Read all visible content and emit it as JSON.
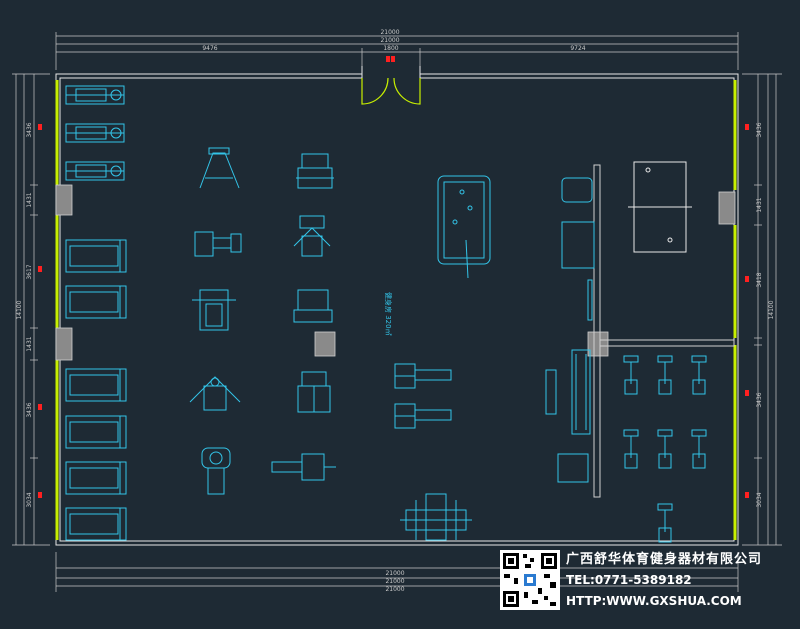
{
  "dimensions": {
    "top_total_outer": "21000",
    "top_total_inner": "21000",
    "top_left_span": "9476",
    "top_door": "1800",
    "top_right_span": "9724",
    "bottom_1": "21000",
    "bottom_2": "21000",
    "bottom_3": "21000",
    "left_1": "3436",
    "left_2": "1431",
    "left_3": "3617",
    "left_4": "1431",
    "left_5": "3436",
    "left_6": "3034",
    "left_total": "14100",
    "right_1": "3436",
    "right_2": "1431",
    "right_3": "3418",
    "right_4": "3436",
    "right_5": "3034",
    "right_total": "14100"
  },
  "note_text": "健身房 320㎡",
  "company": {
    "name": "广西舒华体育健身器材有限公司",
    "tel": "TEL:0771-5389182",
    "url": "HTTP:WWW.GXSHUA.COM"
  },
  "colors": {
    "background": "#1e2a34",
    "equipment": "#33c4e8",
    "wall": "#e8e8e8",
    "window": "#c8f000",
    "marker": "#ff2020",
    "column": "#8a8a8a"
  }
}
